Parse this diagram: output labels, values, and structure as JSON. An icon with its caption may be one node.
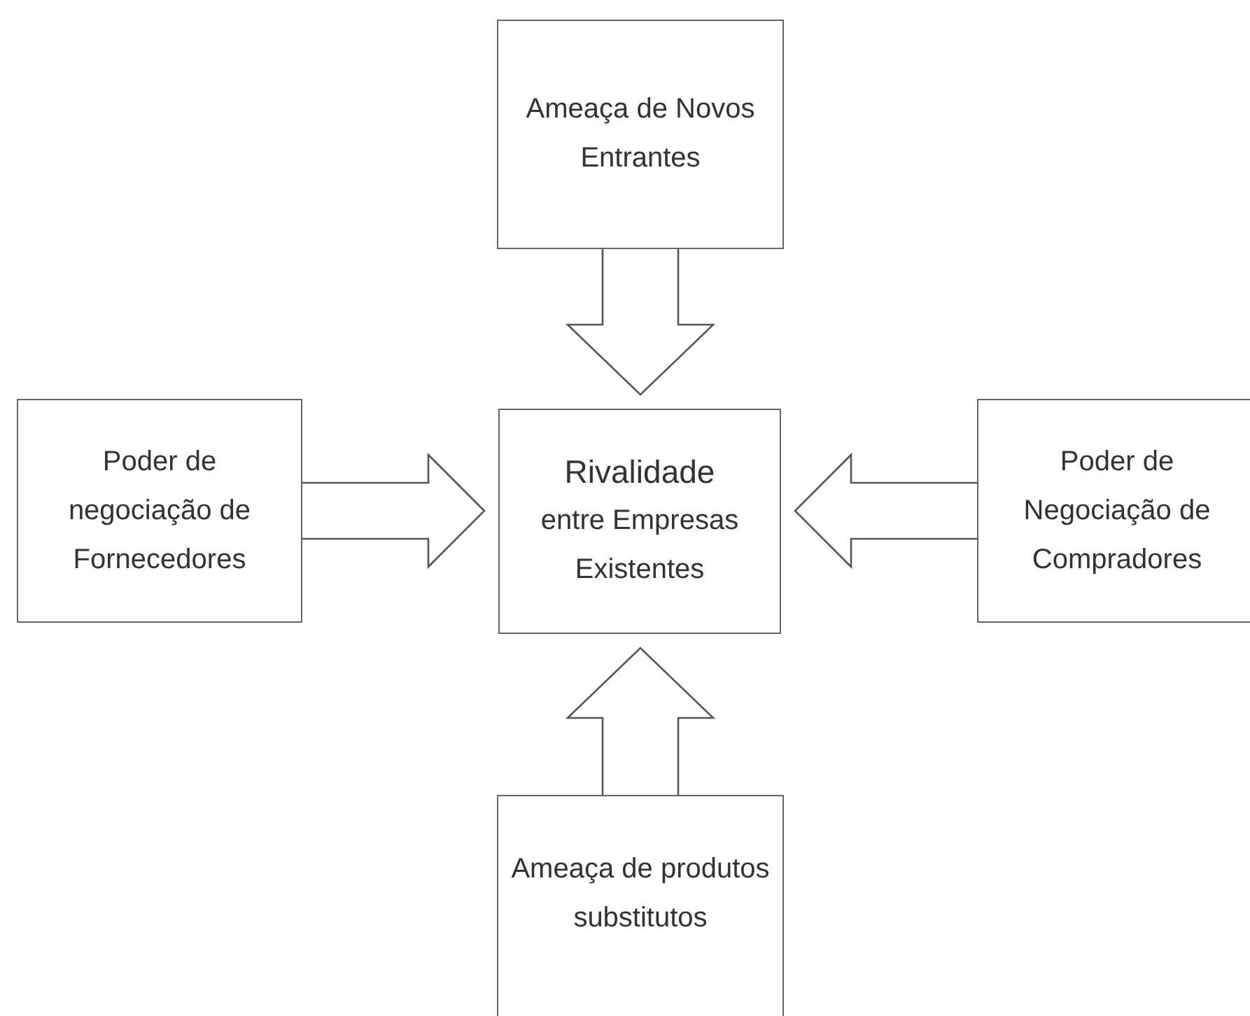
{
  "diagram": {
    "nodes": [
      {
        "text": [
          "Ameaça de Novos Entrantes"
        ]
      },
      {
        "text": [
          "Poder de negociação de Fornecedores"
        ]
      },
      {
        "text": [
          "Rivalidade",
          "entre Empresas Existentes"
        ]
      },
      {
        "text": [
          "Poder de Negociação de Compradores"
        ]
      },
      {
        "text": [
          "Ameaça de produtos substitutos"
        ]
      }
    ],
    "edges": [
      {
        "from": 0,
        "to": 2,
        "arrow": "to"
      },
      {
        "from": 1,
        "to": 2,
        "arrow": "to"
      },
      {
        "from": 3,
        "to": 2,
        "arrow": "to"
      },
      {
        "from": 4,
        "to": 2,
        "arrow": "to"
      }
    ]
  }
}
